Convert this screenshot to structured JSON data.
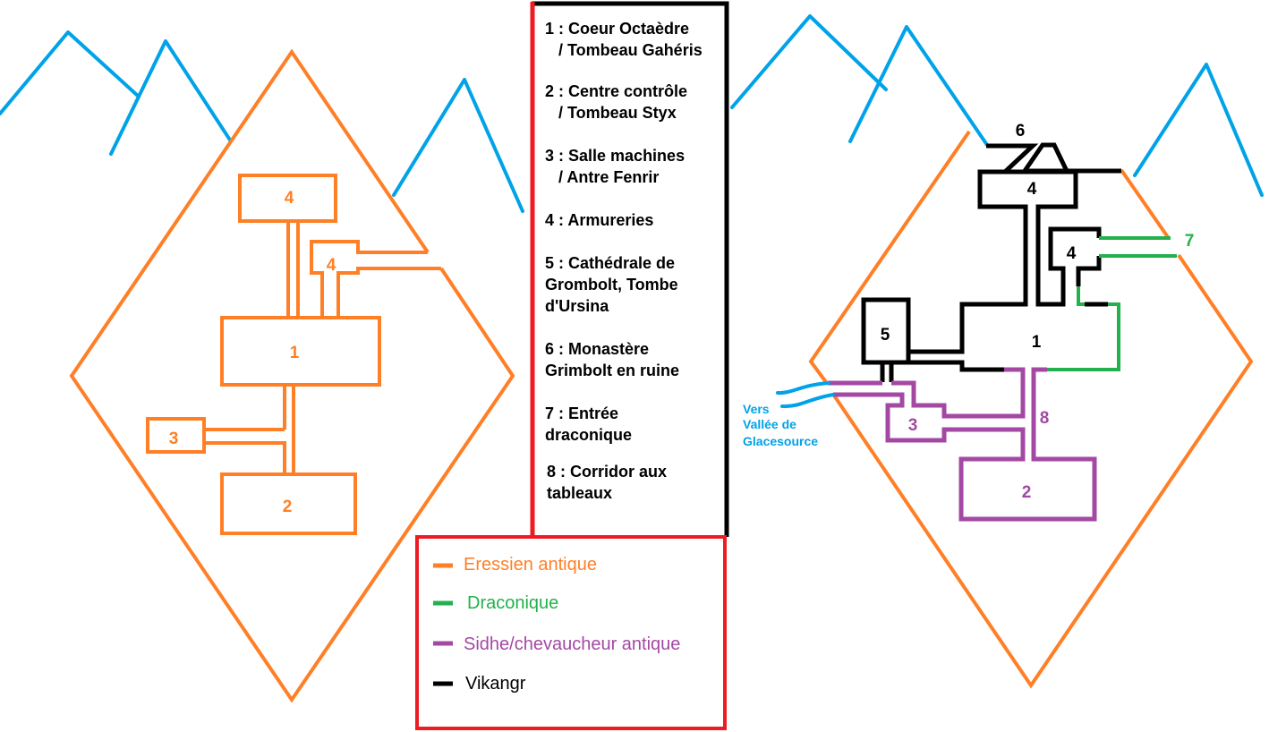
{
  "colors": {
    "eressien": "#ff7f27",
    "draconique": "#22b14c",
    "sidhe": "#a349a4",
    "vikangr": "#000000",
    "mountain": "#00a2e8",
    "legend_border": "#ed1c24"
  },
  "left_map": {
    "labels": [
      "4",
      "4",
      "1",
      "3",
      "2"
    ]
  },
  "right_map": {
    "labels": {
      "r6": "6",
      "r4a": "4",
      "r4b": "4",
      "r7": "7",
      "r5": "5",
      "r1": "1",
      "r3": "3",
      "r8": "8",
      "r2": "2"
    },
    "exit_text": [
      "Vers",
      "Vallée de",
      "Glacesource"
    ]
  },
  "key": {
    "lines": [
      "1 : Coeur Octaèdre",
      "   / Tombeau Gahéris",
      "2 : Centre contrôle",
      "   / Tombeau Styx",
      "3 : Salle machines",
      "   / Antre Fenrir",
      "4 : Armureries",
      "5 : Cathédrale de",
      "Grombolt, Tombe",
      "d'Ursina",
      "6 : Monastère",
      "Grimbolt en ruine",
      "7 : Entrée",
      "draconique",
      "8 : Corridor aux",
      "tableaux"
    ]
  },
  "legend": {
    "items": [
      {
        "label": "Eressien antique",
        "color": "#ff7f27"
      },
      {
        "label": "Draconique",
        "color": "#22b14c"
      },
      {
        "label": "Sidhe/chevaucheur antique",
        "color": "#a349a4"
      },
      {
        "label": "Vikangr",
        "color": "#000000"
      }
    ]
  }
}
